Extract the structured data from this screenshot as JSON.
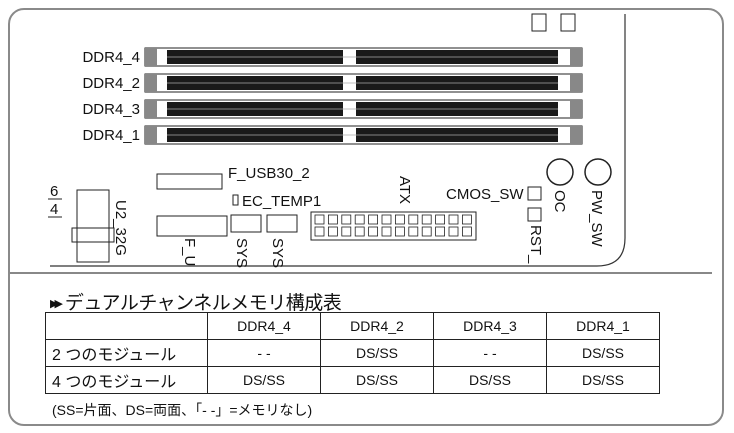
{
  "board": {
    "slots": [
      "DDR4_4",
      "DDR4_2",
      "DDR4_3",
      "DDR4_1"
    ],
    "labels": {
      "f_usb30_2": "F_USB30_2",
      "ec_temp1": "EC_TEMP1",
      "atx": "ATX",
      "cmos_sw": "CMOS_SW",
      "oc": "OC",
      "pw_sw": "PW_SW",
      "rst": "RST_",
      "u2_32g": "U2_32G",
      "f_u": "F_U",
      "sys1": "SYS",
      "sys2": "SYS",
      "num6": "6",
      "num4": "4"
    }
  },
  "section": {
    "title": "デュアルチャンネルメモリ構成表",
    "table": {
      "headers": [
        "",
        "DDR4_4",
        "DDR4_2",
        "DDR4_3",
        "DDR4_1"
      ],
      "rows": [
        {
          "label": "2 つのモジュール",
          "cells": [
            "- -",
            "DS/SS",
            "- -",
            "DS/SS"
          ]
        },
        {
          "label": "4 つのモジュール",
          "cells": [
            "DS/SS",
            "DS/SS",
            "DS/SS",
            "DS/SS"
          ]
        }
      ]
    },
    "note": "(SS=片面、DS=両面、「- -」=メモリなし)"
  }
}
